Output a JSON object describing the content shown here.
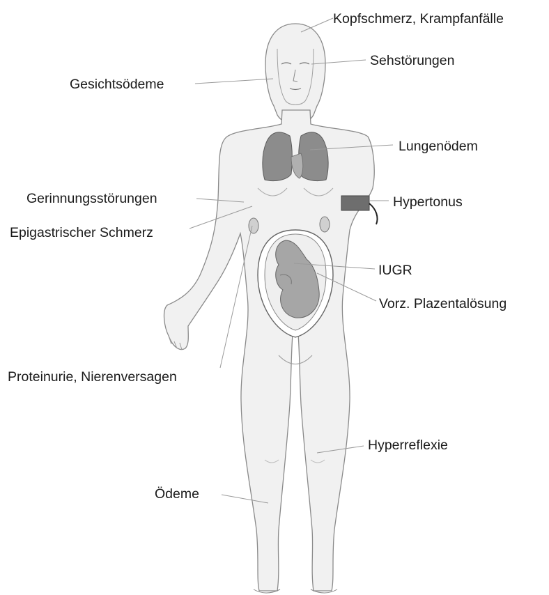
{
  "labels": {
    "kopfschmerz": "Kopfschmerz, Krampfanfälle",
    "sehstoerungen": "Sehstörungen",
    "gesichtsoedeme": "Gesichtsödeme",
    "lungenoedem": "Lungenödem",
    "gerinnung": "Gerinnungsstörungen",
    "hypertonus": "Hypertonus",
    "epigastrisch": "Epigastrischer Schmerz",
    "iugr": "IUGR",
    "plazenta": "Vorz. Plazentalösung",
    "proteinurie": "Proteinurie, Nierenversagen",
    "hyperreflexie": "Hyperreflexie",
    "oedeme": "Ödeme"
  },
  "colors": {
    "body": "#f1f1f1",
    "outline": "#8a8a8a",
    "lungs": "#8c8c8c",
    "fetus": "#a6a6a6",
    "cuff": "#6e6e6e",
    "leader": "#9a9a9a",
    "text": "#1a1a1a"
  }
}
